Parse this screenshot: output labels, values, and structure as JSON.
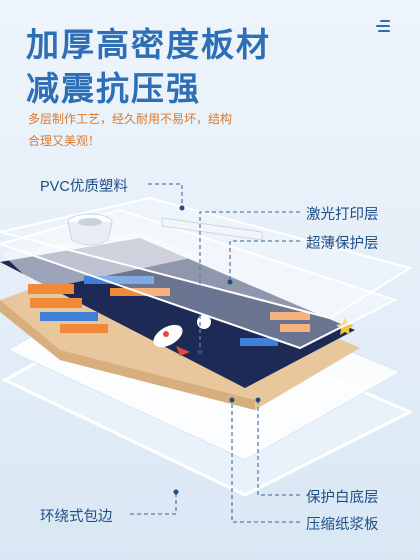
{
  "menu_icon": "menu-lines-icon",
  "heading": {
    "line1": "加厚高密度板材",
    "line2": "减震抗压强"
  },
  "subtitle": {
    "line1": "多层制作工艺，经久耐用不易坏，结构",
    "line2": "合理又美观！"
  },
  "labels": {
    "pvc": "PVC优质塑料",
    "laser": "激光打印层",
    "ultrathin": "超薄保护层",
    "white_base": "保护白底层",
    "paper_pulp": "压缩纸浆板",
    "edge": "环绕式包边"
  },
  "colors": {
    "title": "#2c6fb6",
    "subtitle": "#d9792d",
    "dash": "#5a7fa8",
    "mat": "#1c2a55"
  }
}
